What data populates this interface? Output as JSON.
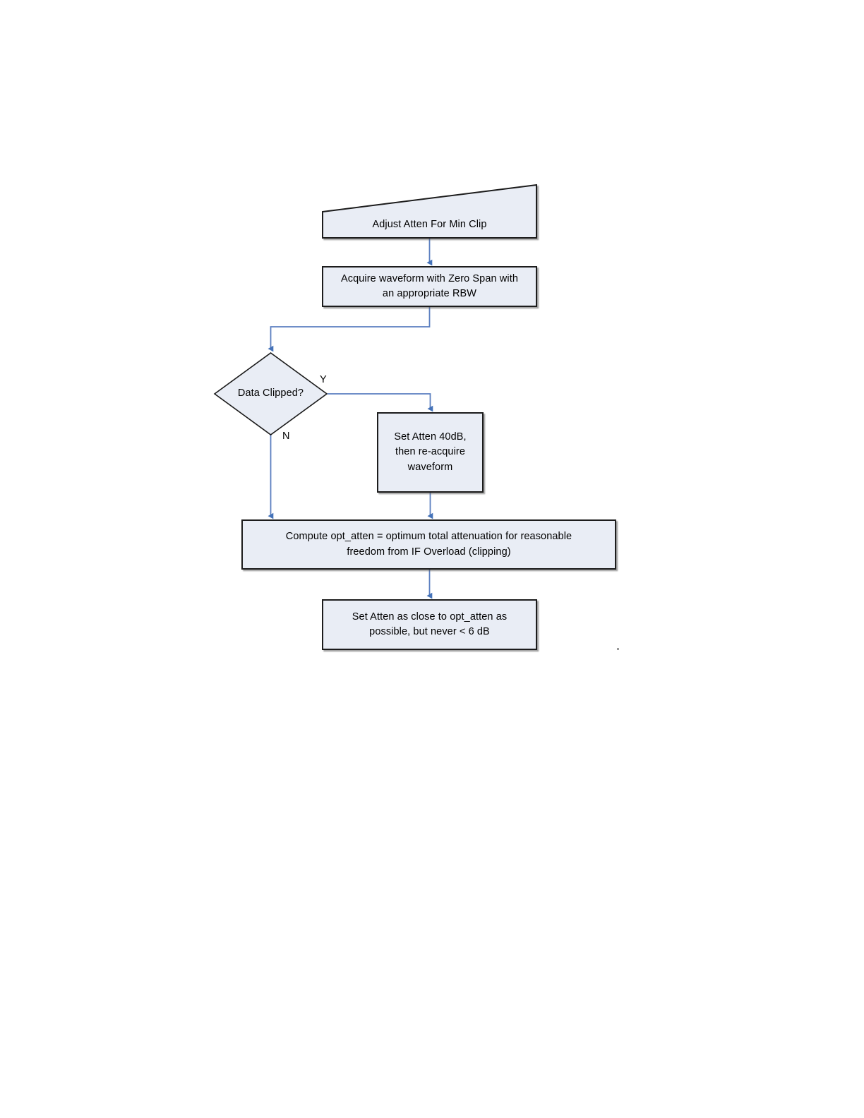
{
  "diagram": {
    "type": "flowchart",
    "title": "Adjust Atten For Min Clip",
    "colors": {
      "node_fill": "#E9EDF5",
      "node_border": "#1A1A1A",
      "connector": "#5B7FC0",
      "arrowhead": "#4472B8",
      "text": "#000000",
      "page_background": "#FFFFFF",
      "stray_mark": "#9A9A9A"
    },
    "nodes": [
      {
        "id": "adjust-atten",
        "shape": "slanted-banner",
        "label": "Adjust Atten For Min Clip"
      },
      {
        "id": "acquire-waveform",
        "shape": "process",
        "label": "Acquire waveform with Zero Span with\nan appropriate RBW"
      },
      {
        "id": "data-clipped",
        "shape": "decision",
        "label": "Data Clipped?"
      },
      {
        "id": "set-atten-40db",
        "shape": "process",
        "label": "Set Atten 40dB,\nthen re-acquire\nwaveform"
      },
      {
        "id": "compute-opt-atten",
        "shape": "process",
        "label": "Compute opt_atten = optimum total attenuation for reasonable\nfreedom from IF Overload (clipping)"
      },
      {
        "id": "set-atten-close",
        "shape": "process",
        "label": "Set Atten as close to opt_atten as\npossible, but never < 6 dB"
      }
    ],
    "edges": [
      {
        "id": "e1",
        "from": "adjust-atten",
        "to": "acquire-waveform",
        "label": ""
      },
      {
        "id": "e2",
        "from": "acquire-waveform",
        "to": "data-clipped",
        "label": ""
      },
      {
        "id": "e3",
        "from": "data-clipped",
        "to": "set-atten-40db",
        "label": "Y"
      },
      {
        "id": "e4",
        "from": "data-clipped",
        "to": "compute-opt-atten",
        "label": "N"
      },
      {
        "id": "e5",
        "from": "set-atten-40db",
        "to": "compute-opt-atten",
        "label": ""
      },
      {
        "id": "e6",
        "from": "compute-opt-atten",
        "to": "set-atten-close",
        "label": ""
      }
    ],
    "branch_labels": {
      "yes": "Y",
      "no": "N"
    }
  }
}
